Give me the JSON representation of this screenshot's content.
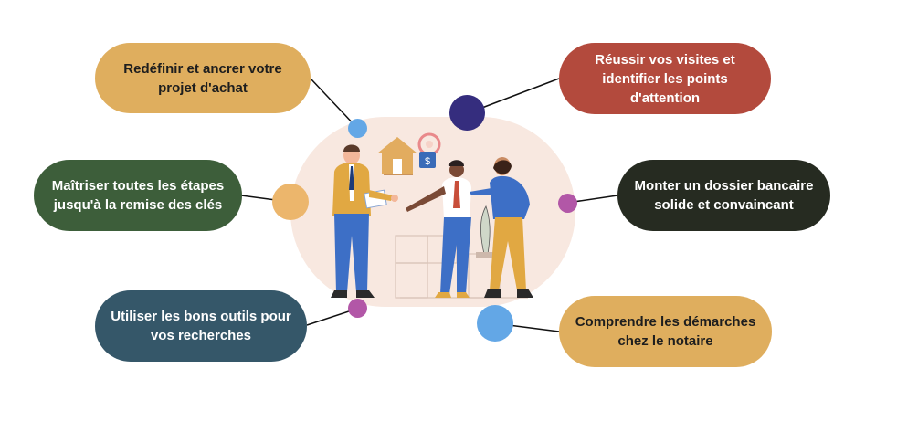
{
  "items": [
    {
      "text": "Redéfinir et ancrer votre projet d'achat",
      "color": "#dfae5e",
      "text_color": "#1e1e1e"
    },
    {
      "text": "Réussir vos visites et identifier les points d'attention",
      "color": "#b34a3d",
      "text_color": "#ffffff"
    },
    {
      "text": "Maîtriser toutes les étapes jusqu'à la remise des clés",
      "color": "#3d5e3a",
      "text_color": "#ffffff"
    },
    {
      "text": "Monter un dossier bancaire solide et convaincant",
      "color": "#262b21",
      "text_color": "#ffffff"
    },
    {
      "text": "Utiliser les bons outils pour vos recherches",
      "color": "#355769",
      "text_color": "#ffffff"
    },
    {
      "text": "Comprendre les démarches chez le notaire",
      "color": "#dfae5e",
      "text_color": "#1e1e1e"
    }
  ],
  "dot_colors": {
    "light_blue": "#63a7e6",
    "navy": "#352d7e",
    "orange": "#ecb66c",
    "magenta": "#b257a7"
  },
  "illustration": {
    "icons": [
      "house-icon",
      "keys-icon",
      "price-tag-icon",
      "dollar-icon"
    ],
    "price_tag_symbol": "$"
  }
}
